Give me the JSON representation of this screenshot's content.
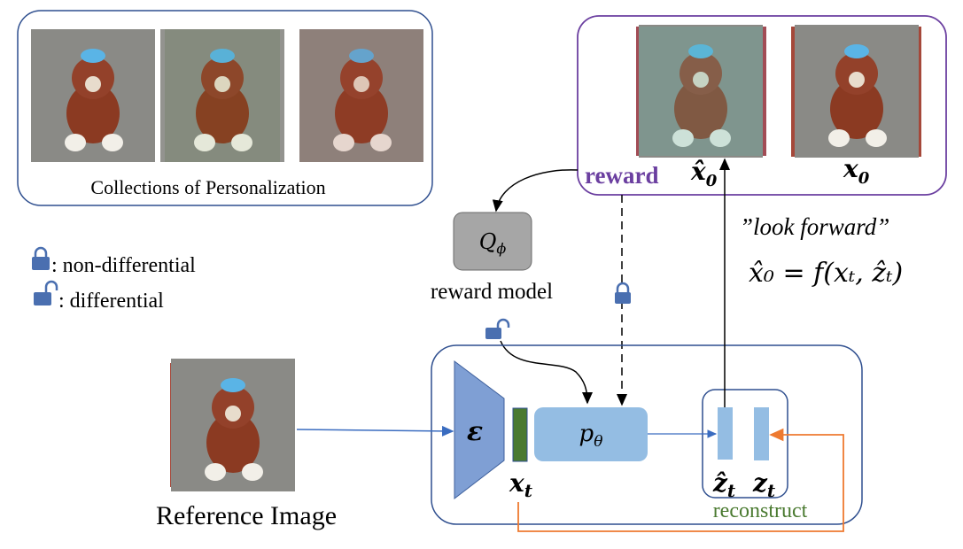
{
  "collections": {
    "caption": "Collections of Personalization"
  },
  "legend": {
    "locked": ": non-differential",
    "unlocked": ": differential"
  },
  "reward_box": {
    "reward_label": "reward",
    "pred_label": "x̂",
    "pred_sub": "0",
    "gt_label": "x",
    "gt_sub": "0"
  },
  "reward_model": {
    "symbol": "Q",
    "symbol_sub": "ϕ",
    "label": "reward model"
  },
  "look_forward": {
    "quote": "”look forward”",
    "formula": "x̂₀ = f(xₜ, ẑₜ)"
  },
  "reference": {
    "label": "Reference Image"
  },
  "pipeline": {
    "encoder": "ε",
    "latent": "x",
    "latent_sub": "t",
    "denoiser": "p",
    "denoiser_sub": "θ",
    "zhat": "ẑ",
    "z": "z",
    "z_sub": "t",
    "reconstruct": "reconstruct"
  },
  "colors": {
    "box_blue": "#2f4f8f",
    "reward_purple": "#6b3fa0",
    "encoder": "#7f9fd4",
    "latent_green": "#4a7a30",
    "denoiser": "#94bde3",
    "orange": "#ee7a30",
    "arrow_blue": "#3a6cc0"
  }
}
